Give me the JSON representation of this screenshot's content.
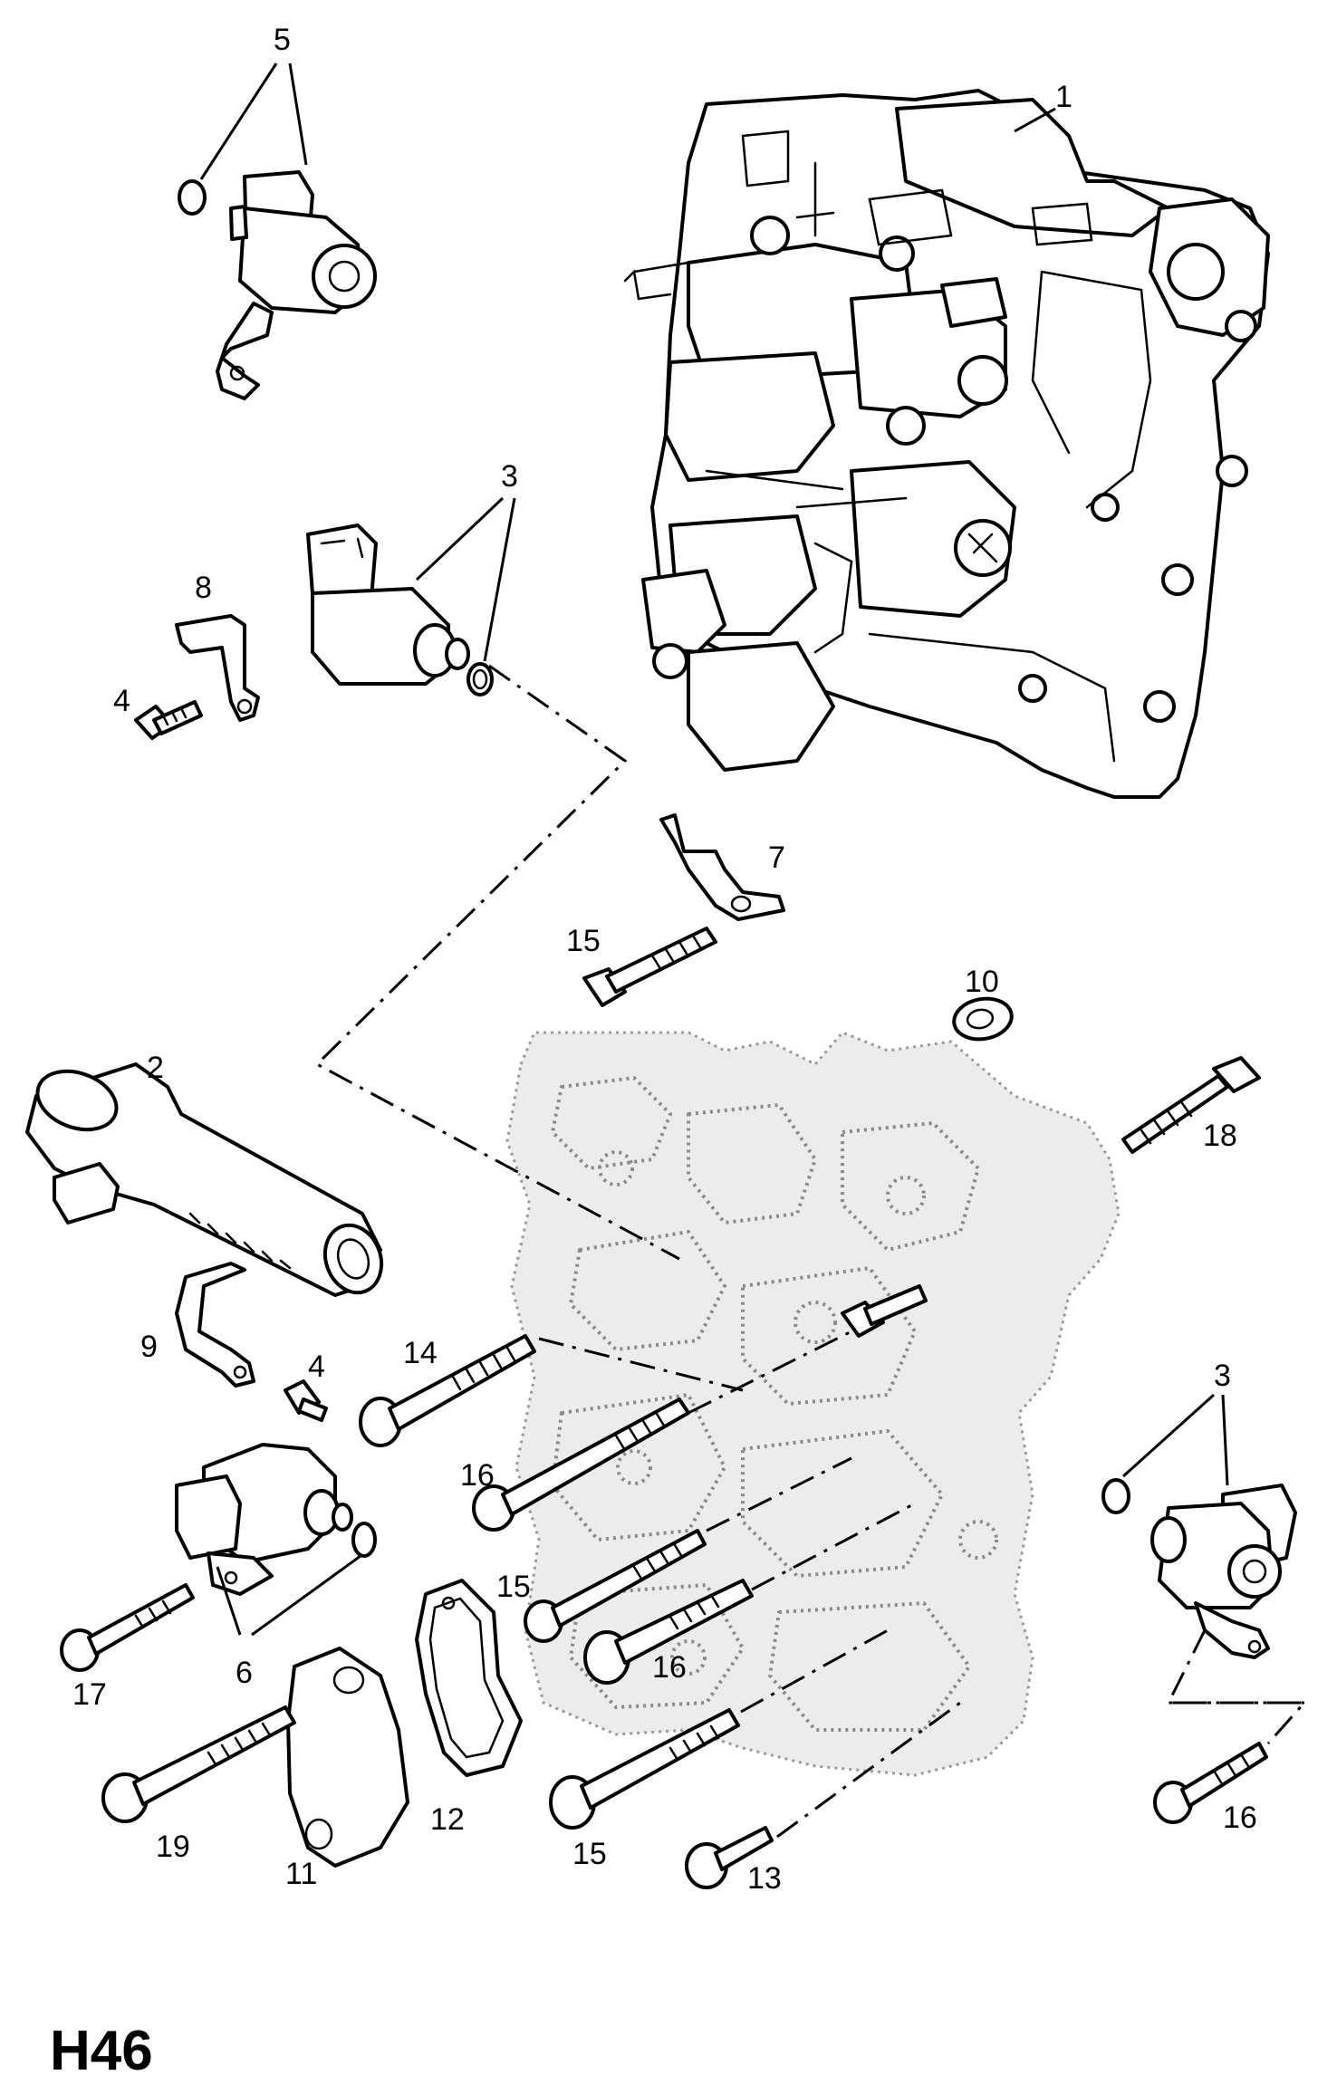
{
  "diagram": {
    "page_code": "H46",
    "callouts": {
      "c1": "1",
      "c2": "2",
      "c3a": "3",
      "c3b": "3",
      "c4a": "4",
      "c4b": "4",
      "c5": "5",
      "c6": "6",
      "c7": "7",
      "c8": "8",
      "c9": "9",
      "c10": "10",
      "c11": "11",
      "c12": "12",
      "c13": "13",
      "c14": "14",
      "c15a": "15",
      "c15b": "15",
      "c15c": "15",
      "c16a": "16",
      "c16b": "16",
      "c16c": "16",
      "c17": "17",
      "c18": "18",
      "c19": "19"
    }
  }
}
